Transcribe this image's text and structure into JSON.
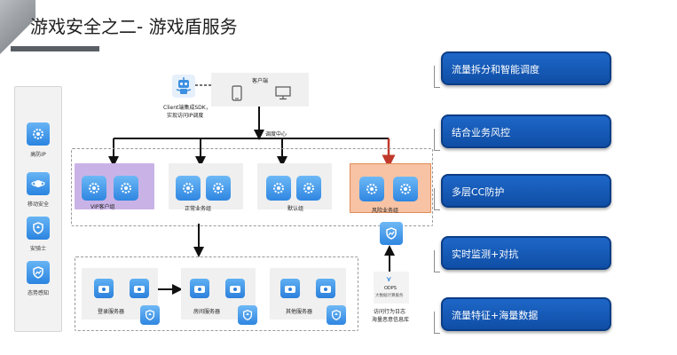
{
  "slide": {
    "title": "游戏安全之二- 游戏盾服务"
  },
  "left_panel": {
    "items": [
      {
        "label": "高防IP",
        "icon": "gear-icon"
      },
      {
        "label": "移动安全",
        "icon": "planet-icon"
      },
      {
        "label": "安骑士",
        "icon": "shield-icon"
      },
      {
        "label": "态势感知",
        "icon": "trend-shield-icon"
      }
    ]
  },
  "client": {
    "label": "客户端",
    "sdk_line1": "Client端集成SDK，",
    "sdk_line2": "实现访问IP调度"
  },
  "dispatch_label": "调度中心",
  "groups": [
    {
      "label": "VIP客户组",
      "color": "#c9b3e6"
    },
    {
      "label": "正常业务组",
      "color": "#efefef"
    },
    {
      "label": "默认组",
      "color": "#efefef"
    },
    {
      "label": "风险业务组",
      "color": "#f7c3a4"
    }
  ],
  "servers": [
    {
      "label": "登录服务器"
    },
    {
      "label": "房间服务器"
    },
    {
      "label": "其他服务器"
    }
  ],
  "odps": {
    "name": "ODPS",
    "sub": "大数据计算服务"
  },
  "log_line1": "访问行为日志",
  "log_line2": "海量恶意信息库",
  "features": [
    {
      "label": "流量拆分和智能调度"
    },
    {
      "label": "结合业务风控"
    },
    {
      "label": "多层CC防护"
    },
    {
      "label": "实时监测+对抗"
    },
    {
      "label": "流量特征+海量数据"
    }
  ],
  "colors": {
    "accent_blue": "#1e67c8",
    "arrow_red": "#c0392b"
  }
}
